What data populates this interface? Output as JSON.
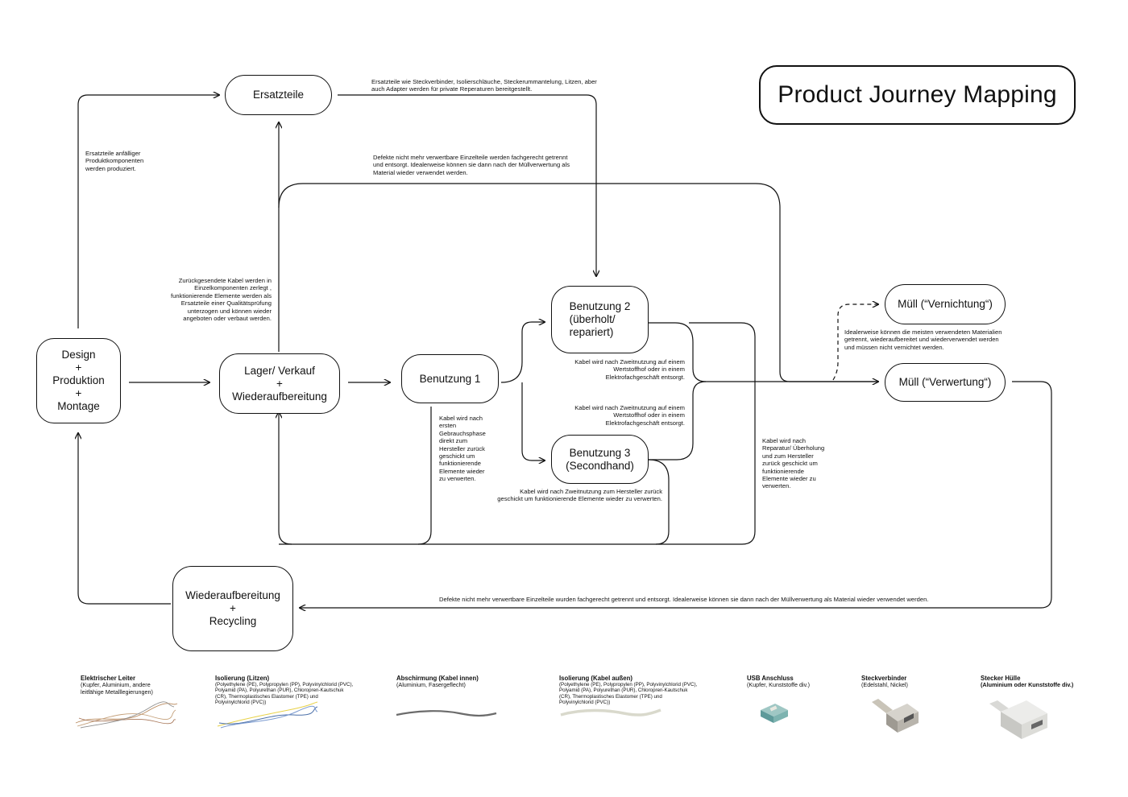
{
  "title": "Product Journey Mapping",
  "nodes": {
    "design": "Design\n+\nProduktion\n+\nMontage",
    "ersatzteile": "Ersatzteile",
    "lager": "Lager/ Verkauf\n+\nWiederaufbereitung",
    "benutzung1": "Benutzung 1",
    "benutzung2": "Benutzung 2\n(überholt/\nrepariert)",
    "benutzung3": "Benutzung 3\n(Secondhand)",
    "muell_vernichtung": "Müll (“Vernichtung“)",
    "muell_verwertung": "Müll (“Verwertung“)",
    "recycling": "Wiederaufbereitung\n+\nRecycling"
  },
  "notes": {
    "ersatzteile_produziert": "Ersatzteile anfälliger\nProduktkomponenten\nwerden produziert.",
    "ersatzteile_bereit": "Ersatzteile wie Steckverbinder, Isolierschläuche, Steckerummantelung, Litzen, aber\nauch Adapter werden für private Reperaturen bereitgestellt.",
    "defekte_oben": "Defekte nicht mehr verwertbare Einzelteile werden fachgerecht getrennt\nund entsorgt. Idealerweise können sie dann nach der Müllverwertung als\nMaterial wieder verwendet werden.",
    "zurueck_kabel": "Zurückgesendete Kabel werden in\nEinzelkomponenten zerlegt ,\nfunktionierende Elemente werden als\nErsatzteile einer Qualitätsprüfung\nunterzogen und können wieder\nangeboten oder verbaut werden.",
    "erste_phase": "Kabel wird nach\nersten\nGebrauchsphase\ndirekt zum\nHersteller zurück\ngeschickt um\nfunktionierende\nElemente wieder\nzu verwerten.",
    "zweitnutzung_a": "Kabel wird nach Zweitnutzung auf einem\nWertstoffhof oder in einem\nElektrofachgeschäft entsorgt.",
    "zweitnutzung_b": "Kabel wird nach Zweitnutzung auf einem\nWertstoffhof oder in einem\nElektrofachgeschäft entsorgt.",
    "zweitnutzung_hersteller": "Kabel wird nach Zweitnutzung zum Hersteller zurück\ngeschickt um funktionierende Elemente wieder zu verwerten.",
    "reparatur": "Kabel wird nach\nReparatur/ Überholung\nund  zum Hersteller\nzurück geschickt um\nfunktionierende\nElemente wieder zu\nverwerten.",
    "ideal": "Idealerweise können die meisten verwendeten Materialien\ngetrennt, wiederaufbereitet und wiederverwendet werden\nund müssen nicht vernichtet werden.",
    "defekte_unten": "Defekte nicht mehr verwertbare Einzelteile wurden fachgerecht getrennt und entsorgt. Idealerweise können sie dann nach der Müllverwertung als Material wieder verwendet werden."
  },
  "legend": [
    {
      "title": "Elektrischer Leiter",
      "desc": "(Kupfer, Aluminium, andere\nleitfähige Metalllegierungen)"
    },
    {
      "title": "Isolierung (Litzen)",
      "desc": "(Polyethylene (PE), Polypropylen (PP), Polyvinylchlorid (PVC),\nPolyamid (PA), Polyurethan (PUR), Chloropren-Kautschuk\n(CR), Thermoplastisches Elastomer (TPE) und\nPolyvinylchlorid (PVC))"
    },
    {
      "title": "Abschirmung (Kabel innen)",
      "desc": "(Aluminium, Fasergeflecht)"
    },
    {
      "title": "Isolierung (Kabel außen)",
      "desc": "(Polyethylene (PE), Polypropylen (PP), Polyvinylchlorid (PVC),\nPolyamid (PA), Polyurethan (PUR), Chloropren-Kautschuk\n(CR), Thermoplastisches Elastomer (TPE) und\nPolyvinylchlorid (PVC))"
    },
    {
      "title": "USB Anschluss",
      "desc": "(Kupfer, Kunststoffe div.)"
    },
    {
      "title": "Steckverbinder",
      "desc": "(Edelstahl, Nickel)"
    },
    {
      "title": "Stecker Hülle",
      "desc": "(Aluminium oder Kunststoffe div.)"
    }
  ],
  "colors": {
    "line": "#111111",
    "copper": "#b98a5e",
    "insulation_blue": "#4a6fa8",
    "insulation_yellow": "#e8d24a",
    "shield": "#6b6b6b",
    "outer": "#d9d9cc",
    "usb_teal": "#5e9a9a"
  }
}
